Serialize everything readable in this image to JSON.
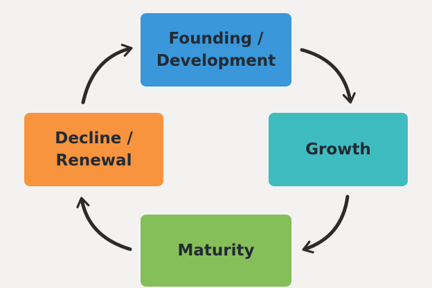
{
  "diagram": {
    "stages": [
      {
        "id": "founding",
        "lines": [
          "Founding /",
          "Development"
        ],
        "color": "#3a97d9"
      },
      {
        "id": "growth",
        "lines": [
          "Growth"
        ],
        "color": "#3fbcc0"
      },
      {
        "id": "maturity",
        "lines": [
          "Maturity"
        ],
        "color": "#85bf5a"
      },
      {
        "id": "decline",
        "lines": [
          "Decline /",
          "Renewal"
        ],
        "color": "#f7943d"
      }
    ],
    "flow": [
      "founding",
      "growth",
      "maturity",
      "decline",
      "founding"
    ],
    "arrow_color": "#2b2b2b",
    "text_color": "#232a33"
  }
}
